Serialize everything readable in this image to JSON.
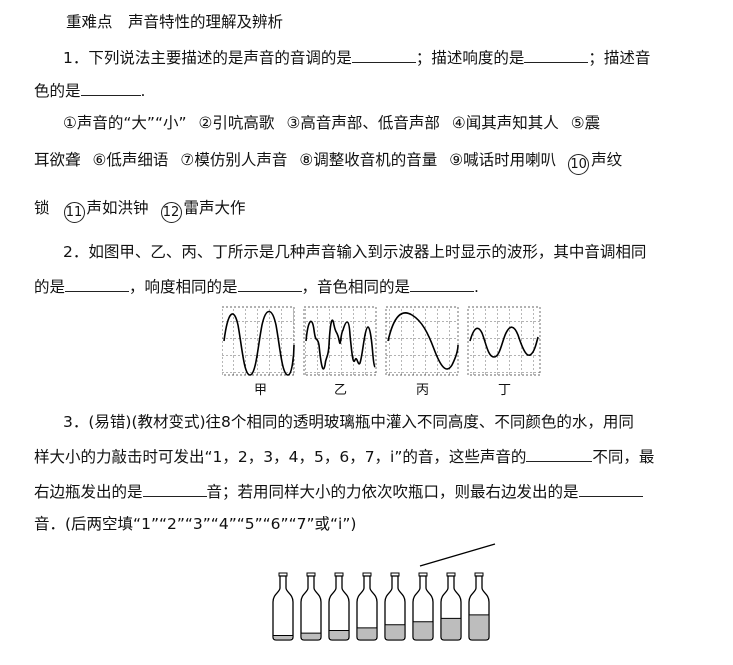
{
  "section_title": "重难点　声音特性的理解及辨析",
  "q1": {
    "lead": "1．下列说法主要描述的是声音的音调的是",
    "mid1": "；描述响度的是",
    "mid2": "；描述音",
    "line2_text": "色的是",
    "line2_end": ".",
    "items": [
      "①声音的“大”“小”",
      "②引吭高歌",
      "③高音声部、低音声部",
      "④闻其声知其人",
      "⑤震",
      "耳欲聋",
      "⑥低声细语",
      "⑦模仿别人声音",
      "⑧调整收音机的音量",
      "⑨喊话时用喇叭"
    ],
    "circ_items": [
      {
        "num": "10",
        "text": "声纹"
      },
      {
        "pre": "锁",
        "num": "11",
        "text": "声如洪钟"
      },
      {
        "num": "12",
        "text": "雷声大作"
      }
    ]
  },
  "q2": {
    "line1": "2．如图甲、乙、丙、丁所示是几种声音输入到示波器上时显示的波形，其中音调相同",
    "line2_a": "的是",
    "line2_b": "，响度相同的是",
    "line2_c": "，音色相同的是",
    "line2_d": ".",
    "wave_labels": [
      "甲",
      "乙",
      "丙",
      "丁"
    ]
  },
  "q3": {
    "line1": "3．(易错)(教材变式)往8个相同的透明玻璃瓶中灌入不同高度、不同颜色的水，用同",
    "line2_a": "样大小的力敲击时可发出“1，2，3，4，5，6，7，i”的音，这些声音的",
    "line2_b": "不同，最",
    "line3_a": "右边瓶发出的是",
    "line3_b": "音；若用同样大小的力依次吹瓶口，则最右边发出的是",
    "line4": "音．(后两空填“1”“2”“3”“4”“5”“6”“7”或“i”)",
    "water_levels": [
      0.12,
      0.18,
      0.25,
      0.32,
      0.4,
      0.48,
      0.57,
      0.66
    ]
  }
}
